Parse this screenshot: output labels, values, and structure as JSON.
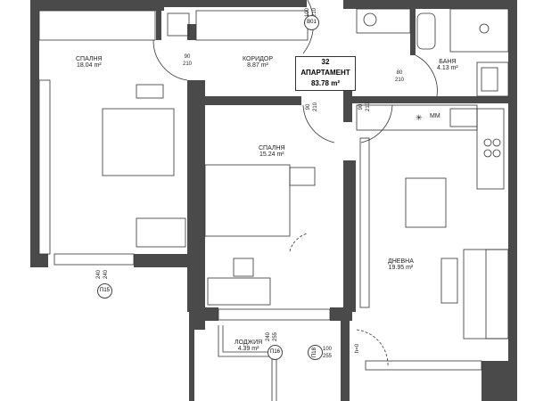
{
  "apartment": {
    "number": "32",
    "label": "АПАРТАМЕНТ",
    "area": "83.78 m²"
  },
  "rooms": [
    {
      "name": "СПАЛНЯ",
      "area": "18.04 m²"
    },
    {
      "name": "КОРИДОР",
      "area": "8.87 m²"
    },
    {
      "name": "БАНЯ",
      "area": "4.13 m²"
    },
    {
      "name": "СПАЛНЯ",
      "area": "15.24 m²"
    },
    {
      "name": "ДНЕВНА",
      "area": "19.95 m²"
    },
    {
      "name": "ЛОДЖИЯ",
      "area": "4.39 m²"
    }
  ],
  "doors": [
    {
      "width": "90",
      "height": "210"
    },
    {
      "width": "80",
      "height": "210"
    },
    {
      "width": "90",
      "height": "210"
    },
    {
      "width": "90",
      "height": "210"
    },
    {
      "width": "100",
      "height": "210"
    },
    {
      "width": "100",
      "height": "255"
    }
  ],
  "tags": [
    "В01",
    "П15",
    "П16",
    "П18"
  ],
  "windows": [
    {
      "a": "240",
      "b": "240"
    },
    {
      "a": "240",
      "b": "255"
    }
  ],
  "door_note": "h=0",
  "kitchen_label": "ММ",
  "colors": {
    "wall": "#4a4a4a",
    "line": "#333333",
    "bg": "#ffffff"
  }
}
